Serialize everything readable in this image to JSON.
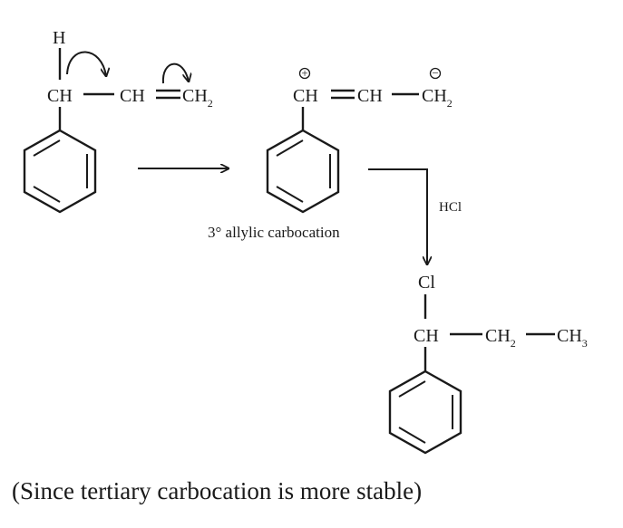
{
  "reactant": {
    "h_atom": "H",
    "group1": "CH",
    "group2": "CH",
    "group3": "CH",
    "group3_sub": "2"
  },
  "intermediate": {
    "group1": "CH",
    "group2": "CH",
    "group3": "CH",
    "group3_sub": "2",
    "plus_charge": "+",
    "minus_charge": "−"
  },
  "intermediate_label": "3° allylic carbocation",
  "reagent": "HCl",
  "product": {
    "cl_atom": "Cl",
    "group1": "CH",
    "group2": "CH",
    "group2_sub": "2",
    "group3": "CH",
    "group3_sub": "3"
  },
  "footnote": "(Since tertiary carbocation is more stable)"
}
